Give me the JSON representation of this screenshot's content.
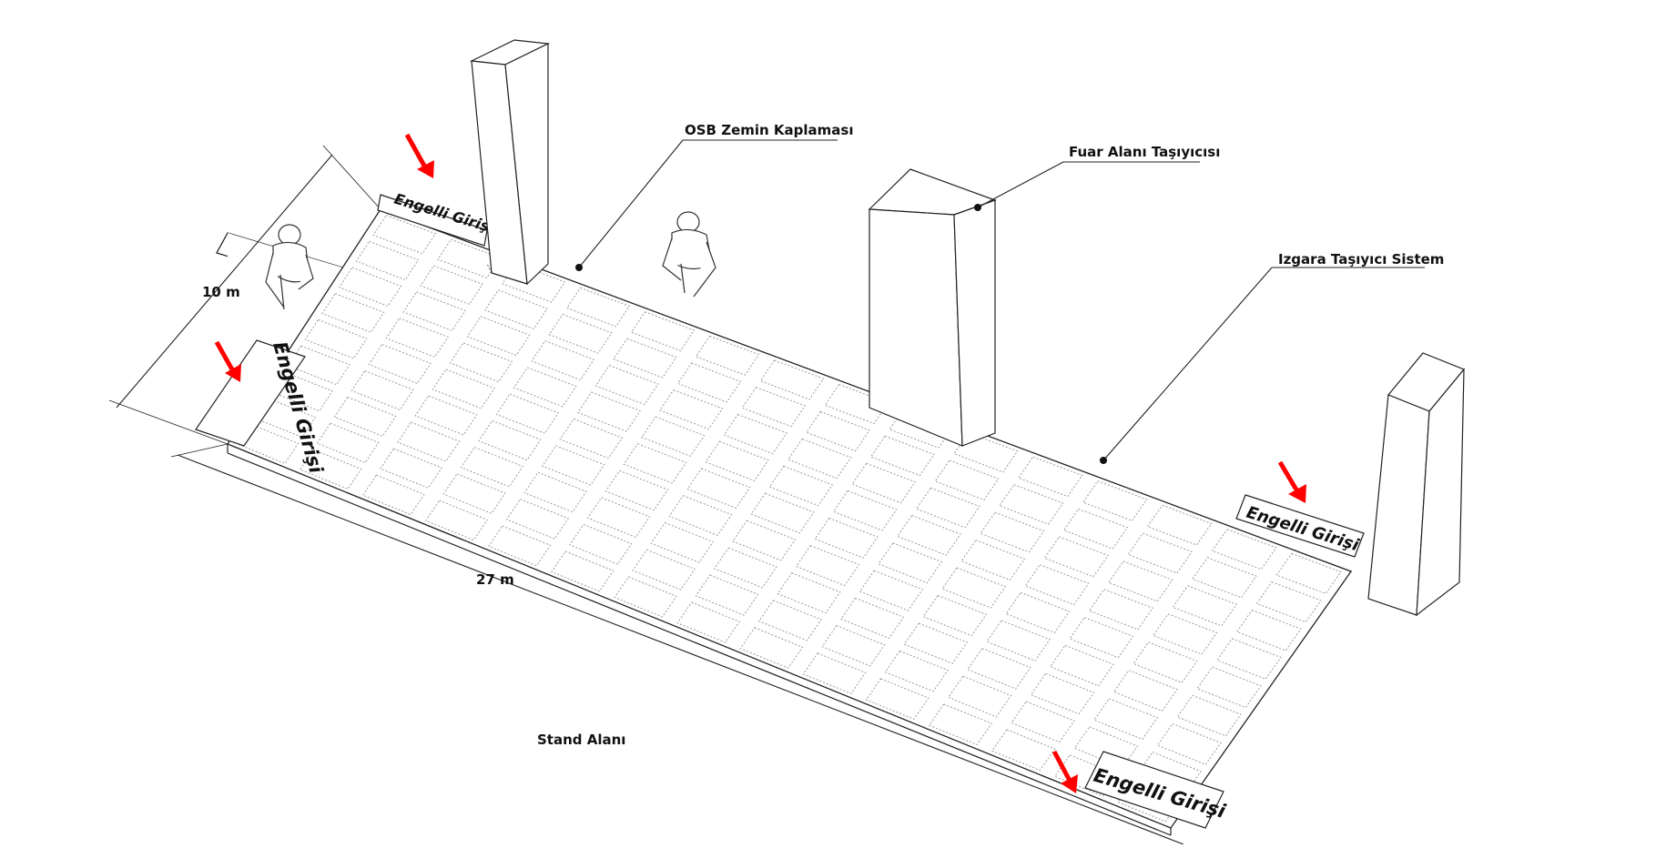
{
  "labels": {
    "osb": "OSB Zemin Kaplaması",
    "carrier": "Fuar Alanı Taşıyıcısı",
    "grid_system": "Izgara Taşıyıcı Sistem",
    "stand_area": "Stand Alanı"
  },
  "dimensions": {
    "width": "10 m",
    "length": "27 m"
  },
  "entrances": {
    "top_left": "Engelli Girişi",
    "left": "Engelli Girişi",
    "right": "Engelli Girişi",
    "bottom": "Engelli Girişi"
  },
  "colors": {
    "arrow": "#ff0000",
    "lines": "#111111",
    "grid": "#9a9a9a"
  }
}
